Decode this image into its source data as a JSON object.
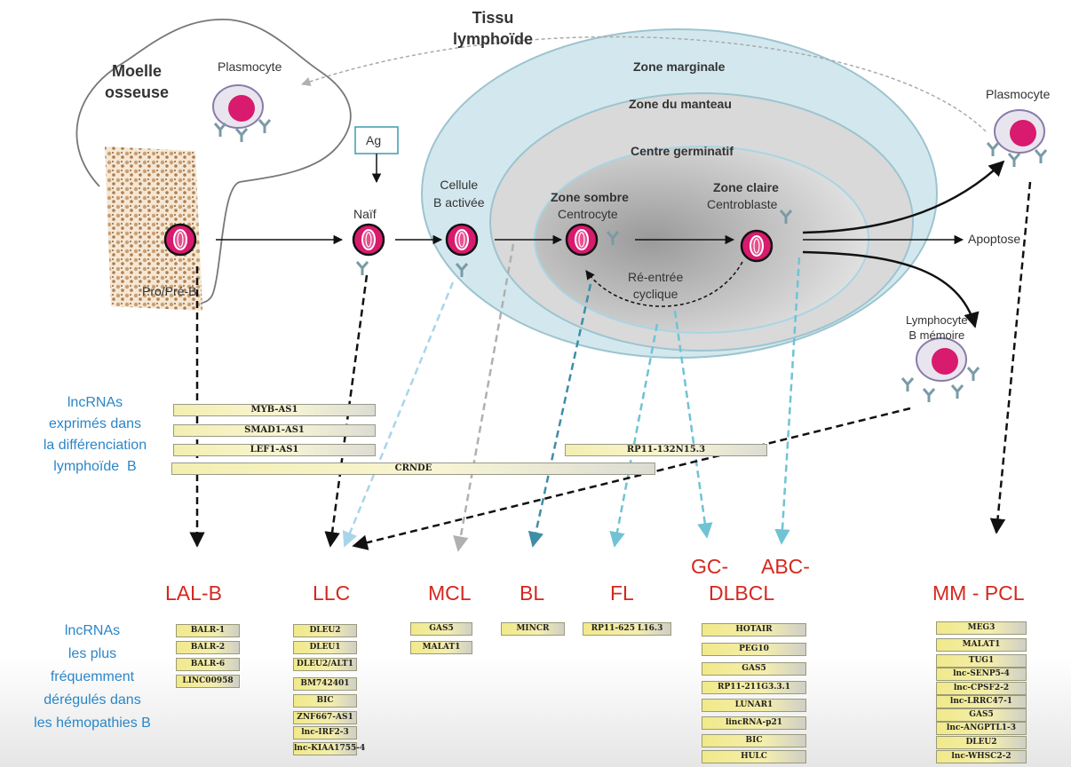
{
  "labels": {
    "moelle": "Moelle\nosseuse",
    "plasmocyte_left": "Plasmocyte",
    "tissu": "Tissu\nlymphoïde",
    "zone_marginale": "Zone marginale",
    "zone_manteau": "Zone du manteau",
    "centre_germinatif": "Centre germinatif",
    "ag": "Ag",
    "naif": "Naïf",
    "cellule_activee": "Cellule\nB activée",
    "zone_sombre": "Zone sombre",
    "centrocyte": "Centrocyte",
    "zone_claire": "Zone claire",
    "centroblaste": "Centroblaste",
    "reentree": "Ré-entrée\ncyclique",
    "pro_pre_b": "Pro/Pré-B",
    "plasmocyte_right": "Plasmocyte",
    "apoptose": "Apoptose",
    "lymphocyte_memoire": "Lymphocyte\nB mémoire"
  },
  "lncrna_diff": {
    "heading": "lncRNAs\nexprimés dans\nla différenciation\nlymphoïde  B",
    "bars": {
      "myb": "MYB-AS1",
      "smad1": "SMAD1-AS1",
      "lef1": "LEF1-AS1",
      "crnde": "CRNDE",
      "rp11": "RP11-132N15.3"
    }
  },
  "lncrna_dereg": {
    "heading": "lncRNAs\nles plus\nfréquemment\ndérégulés dans\nles hémopathies B"
  },
  "diseases": {
    "lal": {
      "name": "LAL-B",
      "genes": [
        "BALR-1",
        "BALR-2",
        "BALR-6",
        "LINC00958"
      ]
    },
    "llc": {
      "name": "LLC",
      "genes": [
        "DLEU2",
        "DLEU1",
        "DLEU2/ALT1",
        "BM742401",
        "BIC",
        "ZNF667-AS1",
        "lnc-IRF2-3",
        "lnc-KIAA1755-4"
      ]
    },
    "mcl": {
      "name": "MCL",
      "genes": [
        "GAS5",
        "MALAT1"
      ]
    },
    "bl": {
      "name": "BL",
      "genes": [
        "MINCR"
      ]
    },
    "fl": {
      "name": "FL",
      "genes": [
        "RP11-625 L16.3"
      ]
    },
    "dlbcl": {
      "gc": "GC-",
      "abc": "ABC-",
      "name": "DLBCL",
      "genes": [
        "HOTAIR",
        "PEG10",
        "GAS5",
        "RP11-211G3.3.1",
        "LUNAR1",
        "lincRNA-p21",
        "BIC",
        "HULC"
      ]
    },
    "mm": {
      "name": "MM - PCL",
      "genes": [
        "MEG3",
        "MALAT1",
        "TUG1",
        "lnc-SENP5-4",
        "lnc-CPSF2-2",
        "lnc-LRRC47-1",
        "GAS5",
        "lnc-ANGPTL1-3",
        "DLEU2",
        "lnc-WHSC2-2"
      ]
    }
  },
  "colors": {
    "tissue_outer": "#d3e8ee",
    "tissue_mid": "#d9d9d9",
    "germinal": "#a9a9a9",
    "cell_magenta": "#d81b6e",
    "disease_red": "#d4281f",
    "heading_blue": "#2a86c8",
    "gene_box": "#f1e98a"
  }
}
